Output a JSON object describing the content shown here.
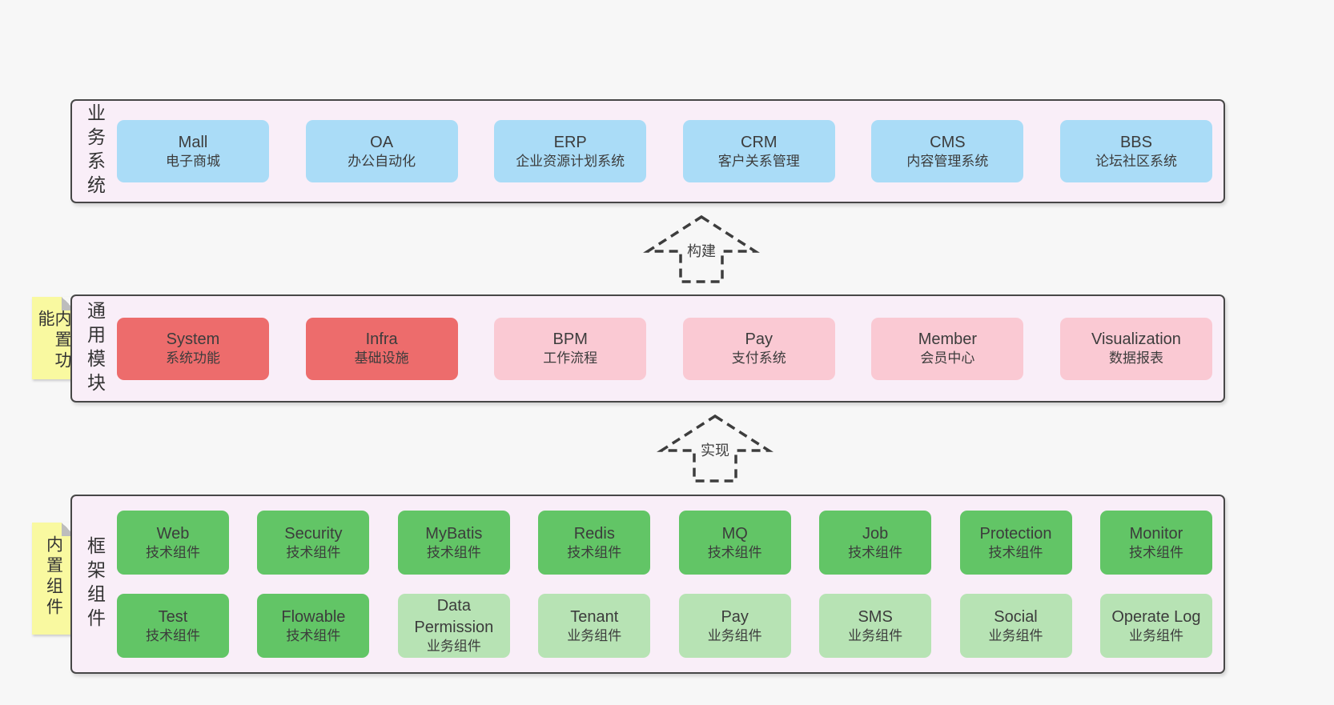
{
  "diagram": {
    "layers": [
      {
        "label": "业务系统",
        "boxes": [
          {
            "name": "Mall",
            "sub": "电子商城",
            "variant": "blue"
          },
          {
            "name": "OA",
            "sub": "办公自动化",
            "variant": "blue"
          },
          {
            "name": "ERP",
            "sub": "企业资源计划系统",
            "variant": "blue"
          },
          {
            "name": "CRM",
            "sub": "客户关系管理",
            "variant": "blue"
          },
          {
            "name": "CMS",
            "sub": "内容管理系统",
            "variant": "blue"
          },
          {
            "name": "BBS",
            "sub": "论坛社区系统",
            "variant": "blue"
          }
        ]
      },
      {
        "label": "通用模块",
        "sticky": "内置功能",
        "boxes": [
          {
            "name": "System",
            "sub": "系统功能",
            "variant": "red"
          },
          {
            "name": "Infra",
            "sub": "基础设施",
            "variant": "red"
          },
          {
            "name": "BPM",
            "sub": "工作流程",
            "variant": "pink"
          },
          {
            "name": "Pay",
            "sub": "支付系统",
            "variant": "pink"
          },
          {
            "name": "Member",
            "sub": "会员中心",
            "variant": "pink"
          },
          {
            "name": "Visualization",
            "sub": "数据报表",
            "variant": "pink"
          }
        ]
      },
      {
        "label": "框架组件",
        "sticky": "内置组件",
        "rows": [
          [
            {
              "name": "Web",
              "sub": "技术组件",
              "variant": "green"
            },
            {
              "name": "Security",
              "sub": "技术组件",
              "variant": "green"
            },
            {
              "name": "MyBatis",
              "sub": "技术组件",
              "variant": "green"
            },
            {
              "name": "Redis",
              "sub": "技术组件",
              "variant": "green"
            },
            {
              "name": "MQ",
              "sub": "技术组件",
              "variant": "green"
            },
            {
              "name": "Job",
              "sub": "技术组件",
              "variant": "green"
            },
            {
              "name": "Protection",
              "sub": "技术组件",
              "variant": "green"
            },
            {
              "name": "Monitor",
              "sub": "技术组件",
              "variant": "green"
            }
          ],
          [
            {
              "name": "Test",
              "sub": "技术组件",
              "variant": "green"
            },
            {
              "name": "Flowable",
              "sub": "技术组件",
              "variant": "green"
            },
            {
              "name": "Data Permission",
              "sub": "业务组件",
              "variant": "lightgreen"
            },
            {
              "name": "Tenant",
              "sub": "业务组件",
              "variant": "lightgreen"
            },
            {
              "name": "Pay",
              "sub": "业务组件",
              "variant": "lightgreen"
            },
            {
              "name": "SMS",
              "sub": "业务组件",
              "variant": "lightgreen"
            },
            {
              "name": "Social",
              "sub": "业务组件",
              "variant": "lightgreen"
            },
            {
              "name": "Operate Log",
              "sub": "业务组件",
              "variant": "lightgreen"
            }
          ]
        ]
      }
    ],
    "arrows": [
      {
        "label": "构建"
      },
      {
        "label": "实现"
      }
    ],
    "colors": {
      "page_bg": "#f7f7f7",
      "layer_bg": "#f9eef8",
      "layer_border": "#474747",
      "business_box": "#aadcf7",
      "module_core_box": "#ed6c6c",
      "module_box": "#fac9d3",
      "tech_component_box": "#62c566",
      "biz_component_box": "#b7e3b4",
      "sticky_note": "#f9f9a0",
      "text": "#3a3a3a"
    }
  }
}
